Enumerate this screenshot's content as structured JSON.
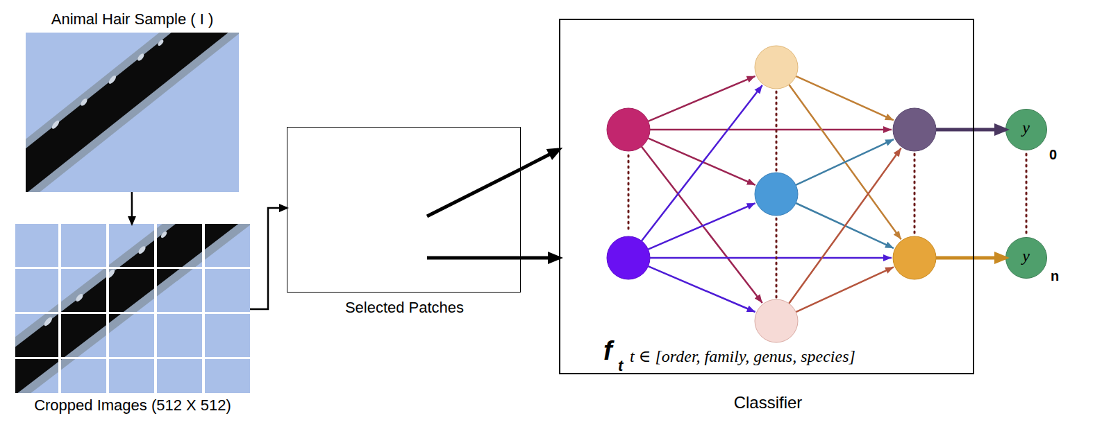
{
  "diagram": {
    "nodes": [
      {
        "text": [
          "Animal Hair Sample ( I )"
        ]
      },
      {
        "text": [
          "Cropped Images (512 X 512)"
        ]
      },
      {
        "text": [
          "Selected Patches"
        ]
      },
      {
        "text": [
          "f",
          "t",
          "t ∈ [order, family, genus, species]",
          "Classifier"
        ]
      },
      {
        "text": [
          "y",
          "0"
        ]
      },
      {
        "text": [
          "y",
          "n"
        ]
      }
    ],
    "edges": [
      {
        "from": 0,
        "to": 1,
        "arrow": "to"
      },
      {
        "from": 1,
        "to": 2,
        "arrow": "to"
      },
      {
        "from": 2,
        "to": 3,
        "arrow": "to"
      },
      {
        "from": 2,
        "to": 3,
        "arrow": "to"
      },
      {
        "from": 3,
        "to": 4,
        "arrow": "to"
      },
      {
        "from": 3,
        "to": 5,
        "arrow": "to"
      }
    ]
  }
}
